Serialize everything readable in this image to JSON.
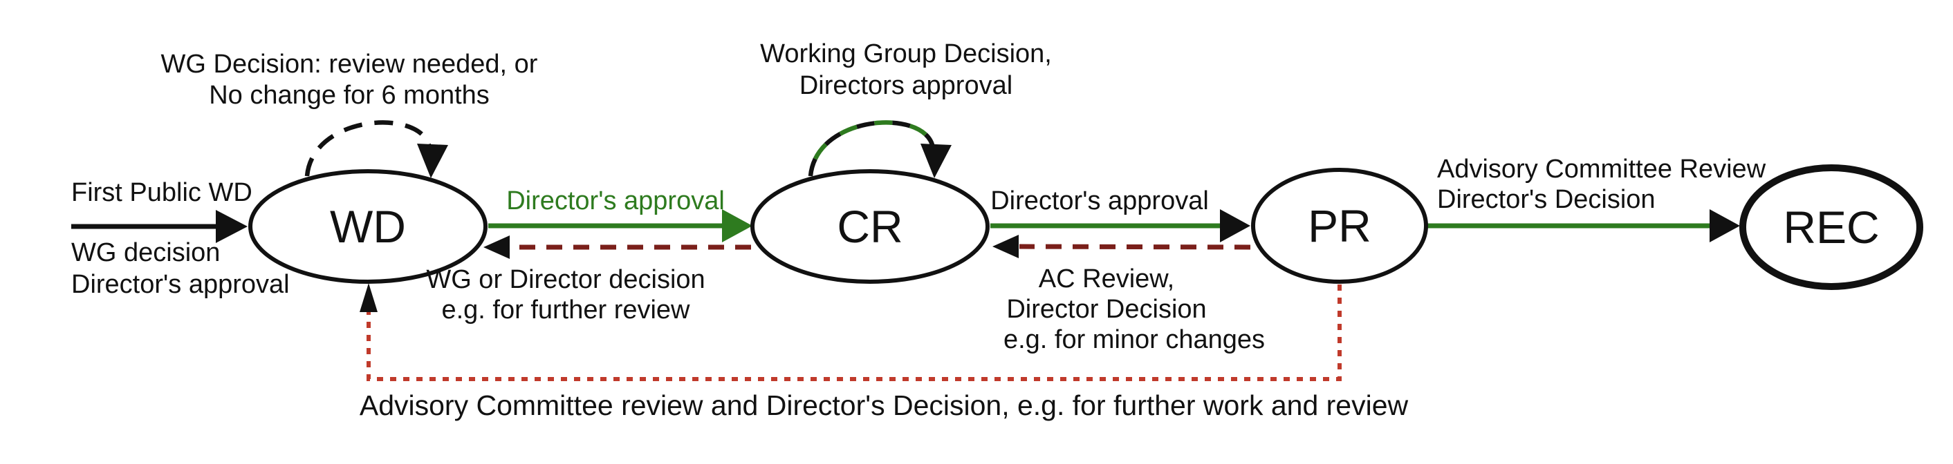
{
  "diagram": {
    "title_implicit": "W3C Recommendation Track process state diagram",
    "background": "#ffffff",
    "colors": {
      "node_stroke": "#111111",
      "approval_green": "#2e7b1f",
      "feedback_dark_red": "#7a1f1a",
      "feedback_bright_red": "#c03a2b",
      "text_black": "#111111"
    },
    "nodes": [
      {
        "id": "wd",
        "label": "WD"
      },
      {
        "id": "cr",
        "label": "CR"
      },
      {
        "id": "pr",
        "label": "PR"
      },
      {
        "id": "rec",
        "label": "REC"
      }
    ],
    "labels": {
      "entry_above": "First Public WD",
      "entry_below": [
        "WG decision",
        "Director's approval"
      ],
      "wd_self": [
        "WG Decision: review needed, or",
        "No change for 6 months"
      ],
      "wd_to_cr": "Director's approval",
      "cr_self": [
        "Working Group Decision,",
        "Directors approval"
      ],
      "cr_to_pr": "Director's approval",
      "cr_to_wd": [
        "WG or Director decision",
        "e.g. for further review"
      ],
      "pr_to_cr": [
        "AC Review,",
        "Director Decision",
        "e.g. for minor changes"
      ],
      "pr_to_rec": [
        "Advisory Committee Review",
        "Director's Decision"
      ],
      "pr_to_wd": "Advisory Committee review and Director's Decision, e.g. for further work and review"
    }
  }
}
